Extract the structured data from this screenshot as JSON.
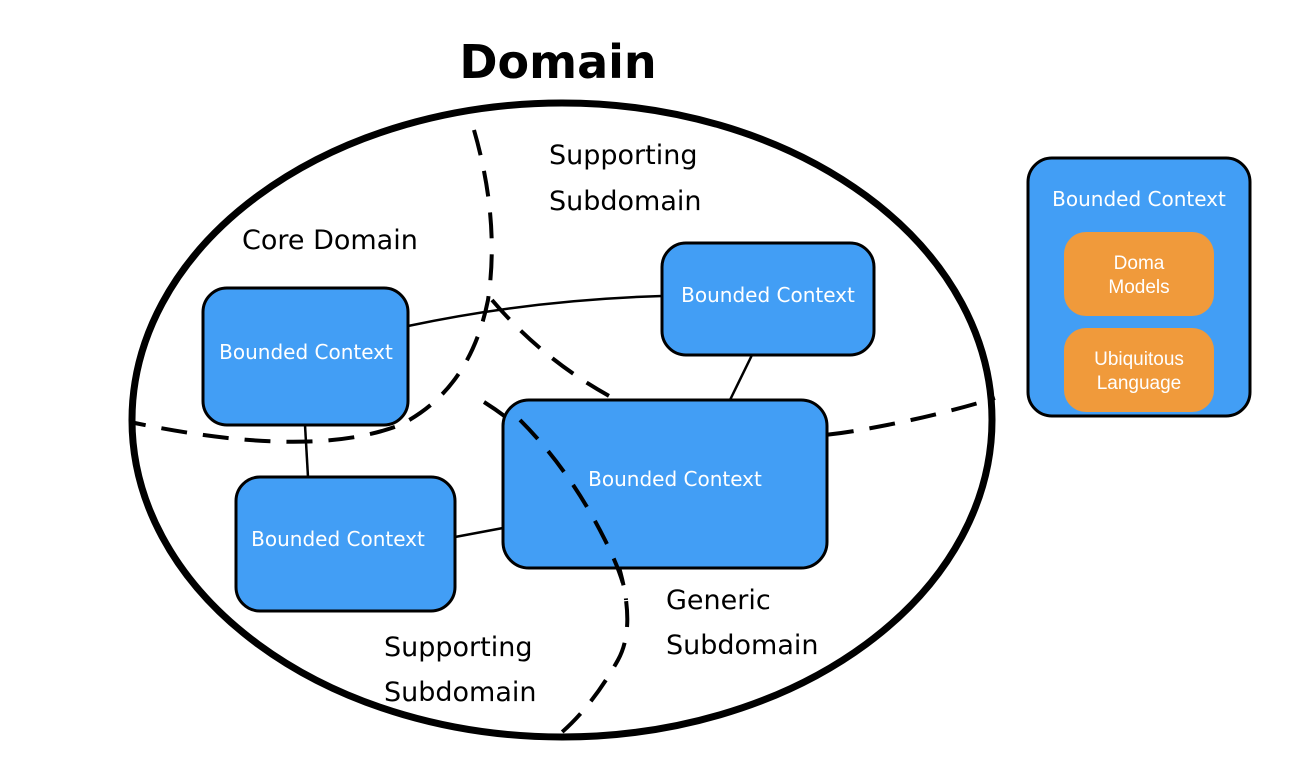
{
  "title": "Domain",
  "colors": {
    "bounded_context_fill": "#429ef5",
    "inner_box_fill": "#f09a3b",
    "outline": "#000000",
    "label_on_blue": "#ffffff"
  },
  "regions": {
    "core": "Core Domain",
    "supporting_top": [
      "Supporting",
      "Subdomain"
    ],
    "supporting_bottom": [
      "Supporting",
      "Subdomain"
    ],
    "generic": [
      "Generic",
      "Subdomain"
    ]
  },
  "contexts": {
    "core": "Bounded Context",
    "top_right": "Bounded Context",
    "bottom_left": "Bounded Context",
    "center": "Bounded Context"
  },
  "legend": {
    "title": "Bounded Context",
    "model": [
      "Doma",
      "Models"
    ],
    "language": [
      "Ubiquitous",
      "Language"
    ]
  }
}
